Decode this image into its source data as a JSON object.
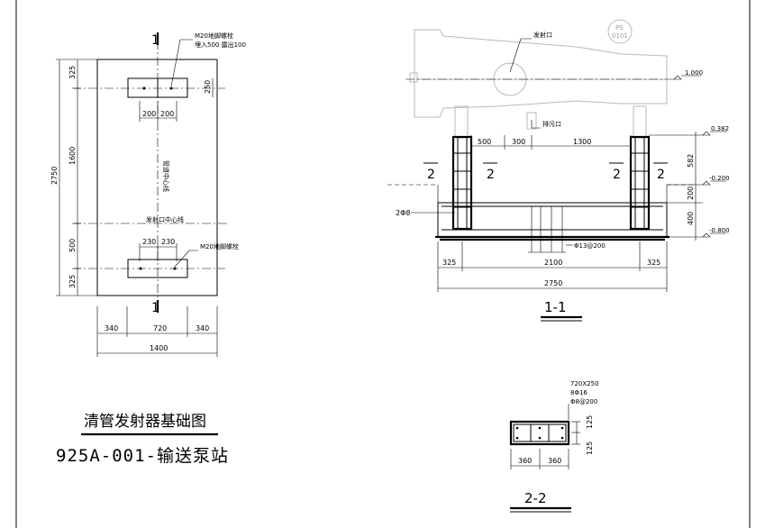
{
  "plan": {
    "section_mark_top": "1",
    "section_mark_bottom": "1",
    "bolt_note_top_1": "M20地脚螺栓",
    "bolt_note_top_2": "埋入500 露出100",
    "bolt_note_bottom": "M20地脚螺栓",
    "centerline_pipe": "管道中心线",
    "centerline_outlet": "发射口中心线",
    "dims": {
      "left_outer": "2750",
      "left_a": "325",
      "left_b": "1600",
      "left_c": "500",
      "left_d": "325",
      "top_bolt_w1": "200",
      "top_bolt_w2": "200",
      "top_bolt_h": "250",
      "bot_bolt_w1": "230",
      "bot_bolt_w2": "230",
      "bottom_a": "340",
      "bottom_b": "720",
      "bottom_c": "340",
      "bottom_total": "1400"
    }
  },
  "section11": {
    "tag_ps": "PS",
    "tag_num": "0101",
    "label_launch_port": "发射口",
    "label_drain_port": "排污口",
    "elev_1": "1.000",
    "elev_2": "0.382",
    "elev_3": "-0.200",
    "elev_4": "-0.800",
    "rebar_note": "2Φ8",
    "rebar_note_2": "Φ13@200",
    "cut_marks": [
      "2",
      "2",
      "2",
      "2"
    ],
    "dims": {
      "span_a": "500",
      "span_b": "300",
      "span_c": "1300",
      "right_a": "582",
      "right_b": "200",
      "right_c": "400",
      "bottom_a": "325",
      "bottom_b": "2100",
      "bottom_c": "325",
      "bottom_total": "2750"
    },
    "title": "1-1"
  },
  "section22": {
    "note_1": "720X250",
    "note_2": "8Φ16",
    "note_3": "Φ8@200",
    "dim_a": "360",
    "dim_b": "360",
    "dim_v1": "125",
    "dim_v2": "125",
    "title": "2-2"
  },
  "drawing_title": "清管发射器基础图",
  "drawing_number": "925A-001-输送泵站"
}
